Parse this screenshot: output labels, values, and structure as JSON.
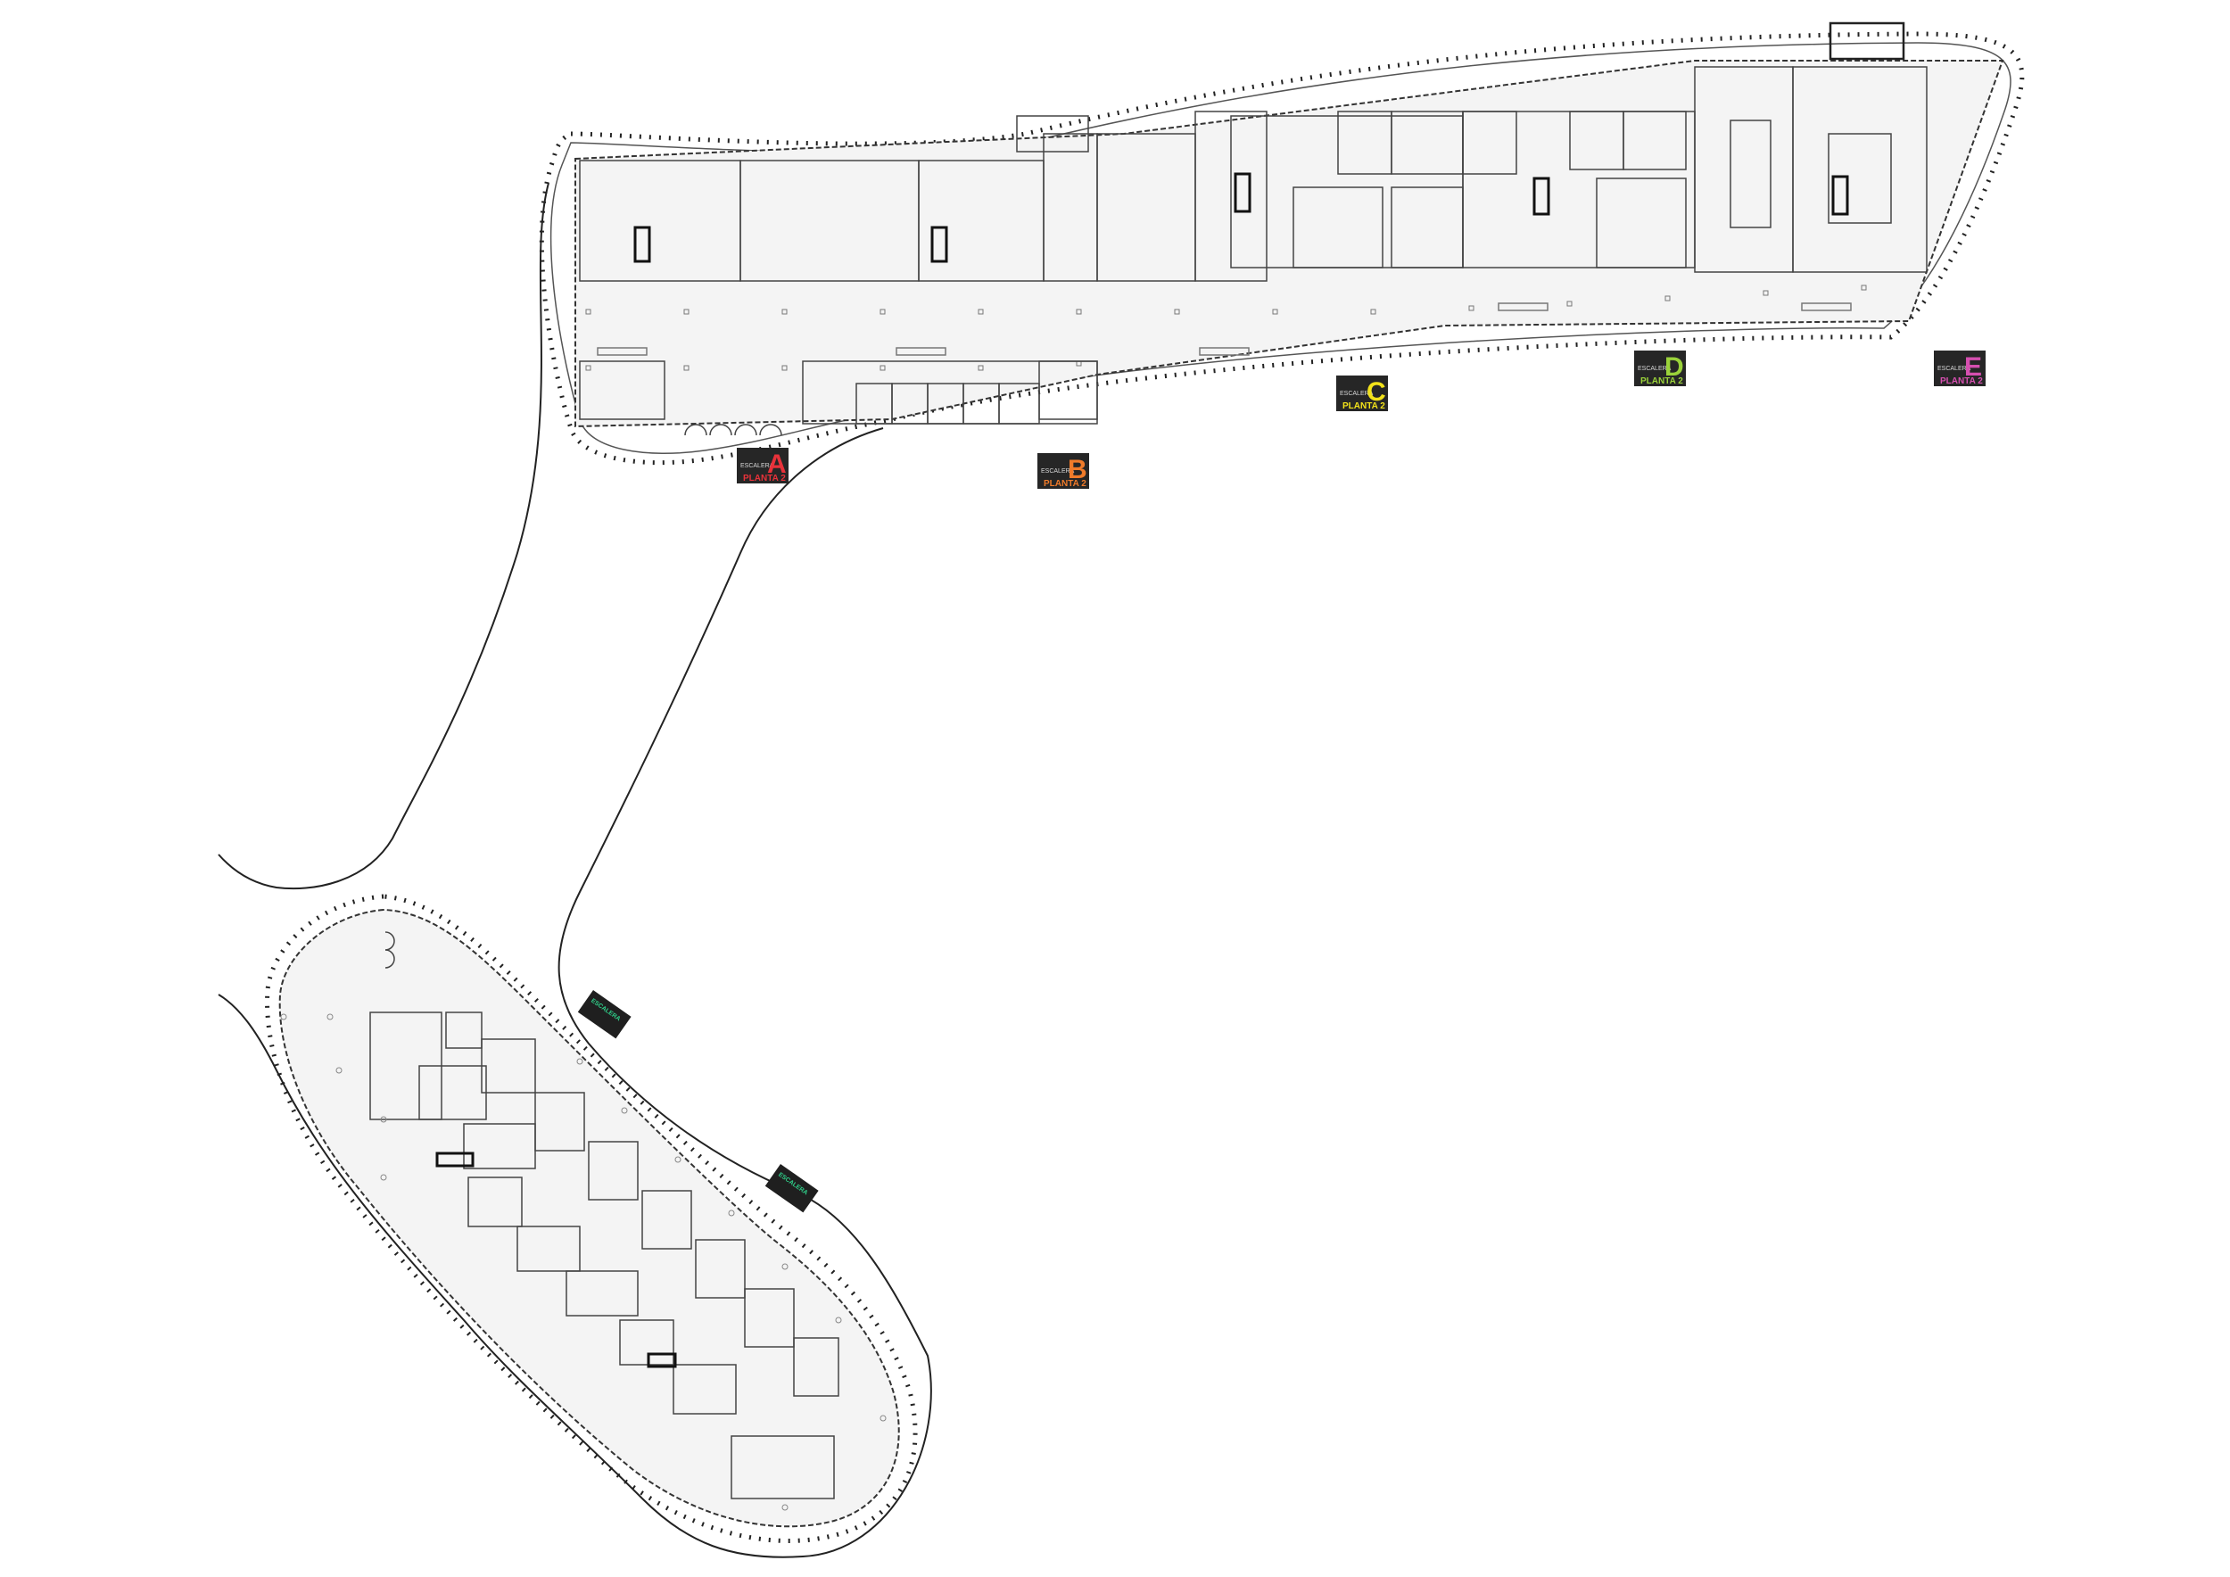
{
  "colors": {
    "background": "#ffffff",
    "floor_fill": "#f4f4f4",
    "line": "#4a4a4a",
    "sign_bg": "#262626",
    "green": "#2fd08a"
  },
  "signs": [
    {
      "id": "a",
      "small": "ESCALERA",
      "letter": "A",
      "planta": "PLANTA 2",
      "color": "#e8323a"
    },
    {
      "id": "b",
      "small": "ESCALERA",
      "letter": "B",
      "planta": "PLANTA 2",
      "color": "#f07b2a"
    },
    {
      "id": "c",
      "small": "ESCALERA",
      "letter": "C",
      "planta": "PLANTA 2",
      "color": "#f2e21a"
    },
    {
      "id": "d",
      "small": "ESCALERA",
      "letter": "D",
      "planta": "PLANTA 2",
      "color": "#9ad23a"
    },
    {
      "id": "e",
      "small": "ESCALERA",
      "letter": "E",
      "planta": "PLANTA 2",
      "color": "#d64fb0"
    }
  ],
  "green_signs": [
    {
      "id": "1",
      "text": "ESCALERA",
      "icon": "green-sign-icon"
    },
    {
      "id": "2",
      "text": "ESCALERA",
      "icon": "green-sign-icon"
    }
  ]
}
